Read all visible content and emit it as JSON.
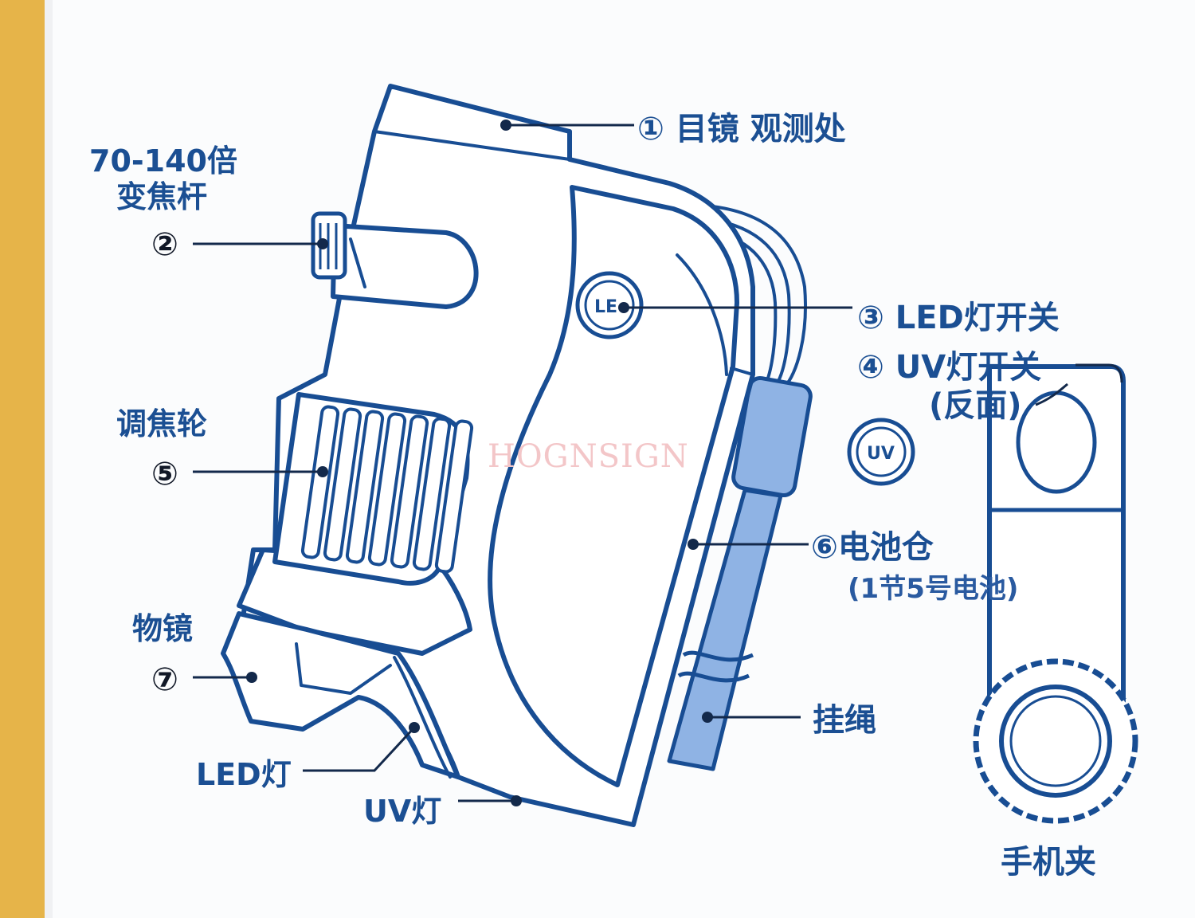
{
  "labels": {
    "eyepiece": "① 目镜 观测处",
    "zoom_line1": "70-140倍",
    "zoom_line2": "变焦杆",
    "zoom_num": "②",
    "led_switch": "③ LED灯开关",
    "uv_switch": "④ UV灯开关",
    "uv_switch_note": "(反面)",
    "focus_wheel": "调焦轮",
    "focus_num": "⑤",
    "battery": "⑥电池仓",
    "battery_note": "(1节5号电池)",
    "objective": "物镜",
    "objective_num": "⑦",
    "led_light": "LED灯",
    "uv_light": "UV灯",
    "lanyard": "挂绳",
    "phone_clip": "手机夹",
    "led_button_text": "LE",
    "uv_button_text": "UV"
  },
  "watermark": "HOGNSIGN",
  "colors": {
    "background_frame": "#e9b84a",
    "paper": "#fbfcfd",
    "outline": "#184d93",
    "label": "#1b4f93",
    "lanyard_fill": "#8fb3e4",
    "leader": "#13294b"
  }
}
